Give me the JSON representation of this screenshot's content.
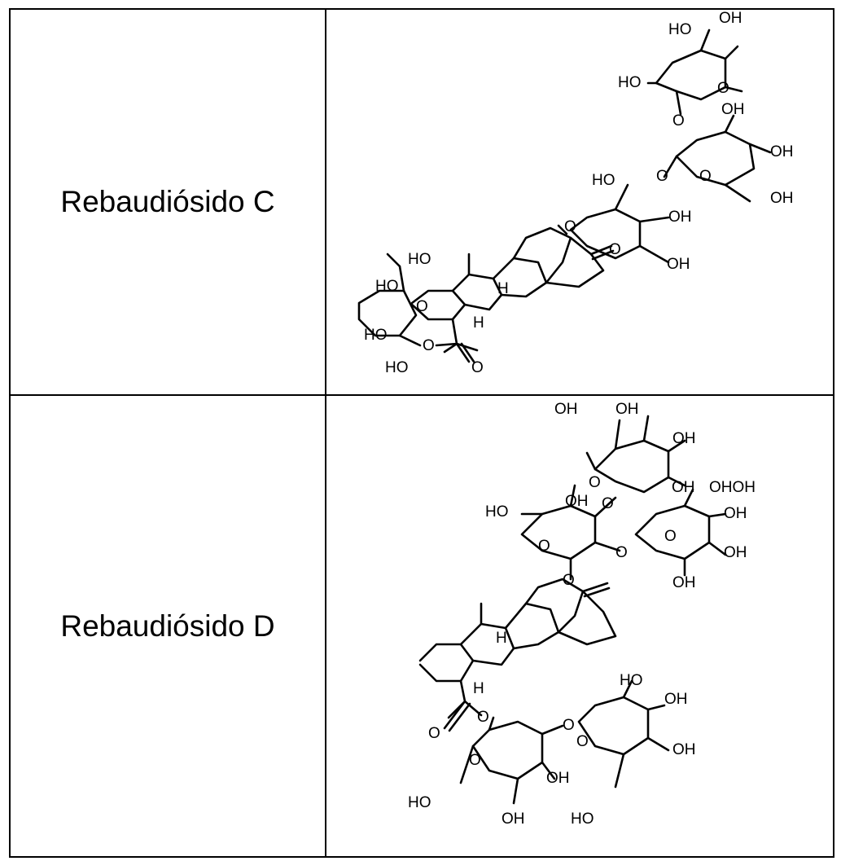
{
  "rows": [
    {
      "compound": "Rebaudiósido C",
      "labels": {
        "hoA": "HO",
        "ohA": "OH",
        "hoB": "HO",
        "oA": "O",
        "oLinkA": "O",
        "ohB": "OH",
        "ohC": "OH",
        "oB": "O",
        "hoC": "HO",
        "oLinkB": "O",
        "ohD": "OH",
        "ohE": "OH",
        "oLinkC": "O",
        "oC": "O",
        "ohF": "OH",
        "hA": "H",
        "hB": "H",
        "hoD": "HO",
        "hoE": "HO",
        "hoF": "HO",
        "hoG": "HO",
        "oD": "O",
        "oEster": "O",
        "oCarbonyl": "O"
      }
    },
    {
      "compound": "Rebaudiósido D",
      "labels": {
        "ohA": "OH",
        "ohB": "OH",
        "ohC": "OH",
        "oA": "O",
        "ohD": "OH",
        "ohE": "OHOH",
        "ohF": "OH",
        "hoA": "HO",
        "oLinkA": "O",
        "oB": "O",
        "ohG": "OH",
        "oC": "O",
        "oLinkB": "O",
        "ohH": "OH",
        "ohI": "OH",
        "oLinkC": "O",
        "hA": "H",
        "hB": "H",
        "oCarbonyl": "O",
        "oEster": "O",
        "oLinkD": "O",
        "hoB": "HO",
        "ohJ": "OH",
        "oD": "O",
        "oE": "O",
        "ohK": "OH",
        "ohL": "OH",
        "hoC": "HO",
        "ohM": "OH",
        "hoD": "HO"
      }
    }
  ]
}
